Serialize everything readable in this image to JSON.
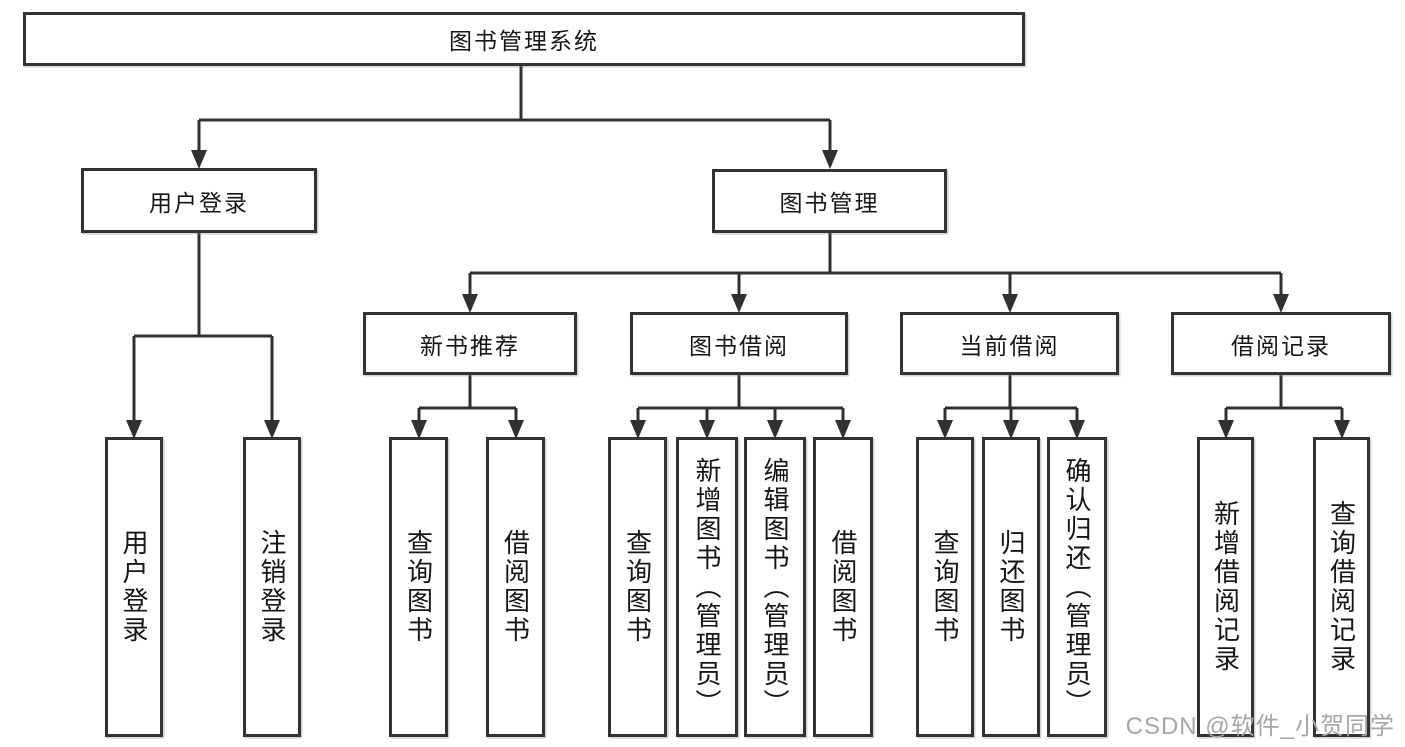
{
  "diagram": {
    "root": {
      "label": "图书管理系统"
    },
    "branches": [
      {
        "label": "用户登录",
        "children": [
          {
            "label": "用户登录"
          },
          {
            "label": "注销登录"
          }
        ]
      },
      {
        "label": "图书管理",
        "children": [
          {
            "label": "新书推荐",
            "children": [
              {
                "label": "查询图书"
              },
              {
                "label": "借阅图书"
              }
            ]
          },
          {
            "label": "图书借阅",
            "children": [
              {
                "label": "查询图书"
              },
              {
                "label": "新增图书（管理员）"
              },
              {
                "label": "编辑图书（管理员）"
              },
              {
                "label": "借阅图书"
              }
            ]
          },
          {
            "label": "当前借阅",
            "children": [
              {
                "label": "查询图书"
              },
              {
                "label": "归还图书"
              },
              {
                "label": "确认归还（管理员）"
              }
            ]
          },
          {
            "label": "借阅记录",
            "children": [
              {
                "label": "新增借阅记录"
              },
              {
                "label": "查询借阅记录"
              }
            ]
          }
        ]
      }
    ]
  },
  "watermark": {
    "text": "CSDN @软件_小贺同学"
  },
  "colors": {
    "line": "#303030",
    "border": "#333333",
    "text": "#161616",
    "watermark": "#a6a6a6",
    "background": "#ffffff"
  }
}
